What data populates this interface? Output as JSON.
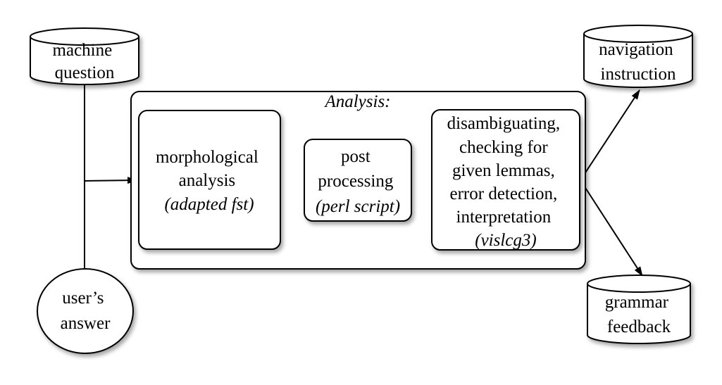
{
  "nodes": {
    "machine_question": {
      "lines": [
        "machine",
        "question"
      ]
    },
    "users_answer": {
      "lines": [
        "user’s",
        "answer"
      ]
    },
    "analysis": {
      "title": "Analysis:"
    },
    "morph": {
      "lines": [
        "morphological",
        "analysis"
      ],
      "note": "adapted fst"
    },
    "post": {
      "lines": [
        "post",
        "processing"
      ],
      "note": "perl script"
    },
    "disamb": {
      "lines": [
        "disambiguating,",
        "checking for",
        "given lemmas,",
        "error detection,",
        "interpretation"
      ],
      "note": "vislcg3"
    },
    "nav": {
      "lines": [
        "navigation",
        "instruction"
      ]
    },
    "grammar": {
      "lines": [
        "grammar",
        "feedback"
      ]
    }
  }
}
